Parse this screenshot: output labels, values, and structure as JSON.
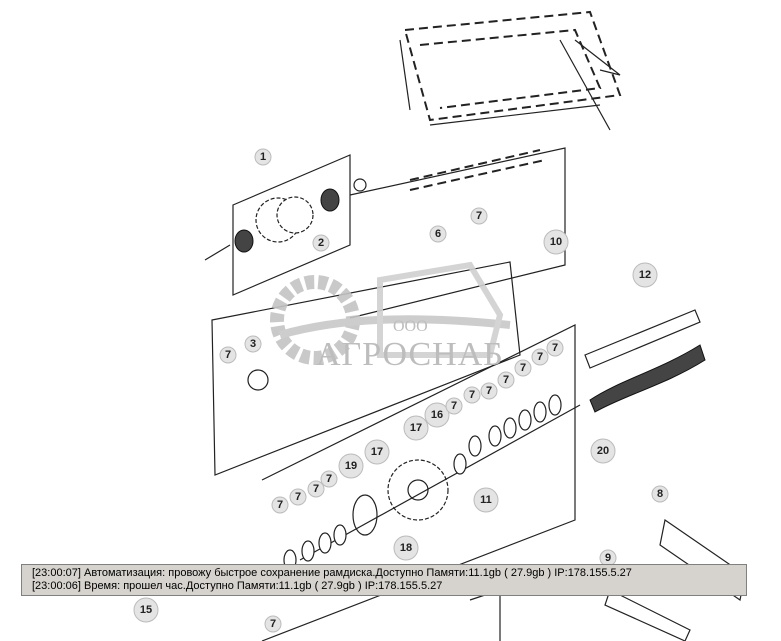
{
  "diagram": {
    "callouts": [
      "1",
      "2",
      "3",
      "6",
      "7",
      "10",
      "12",
      "7",
      "7",
      "7",
      "7",
      "7",
      "7",
      "7",
      "16",
      "7",
      "17",
      "20",
      "11",
      "17",
      "19",
      "7",
      "7",
      "7",
      "7",
      "18",
      "8",
      "9",
      "15",
      "7"
    ],
    "watermark": {
      "prefix": "ООО",
      "brand": "АГРОСНАБ"
    }
  },
  "log": {
    "lines": [
      "[23:00:07]  Автоматизация: провожу быстрое сохранение рамдиска.Доступно Памяти:11.1gb  ( 27.9gb ) IP:178.155.5.27",
      "[23:00:06]  Время: прошел час.Доступно Памяти:11.1gb  ( 27.9gb ) IP:178.155.5.27"
    ]
  }
}
